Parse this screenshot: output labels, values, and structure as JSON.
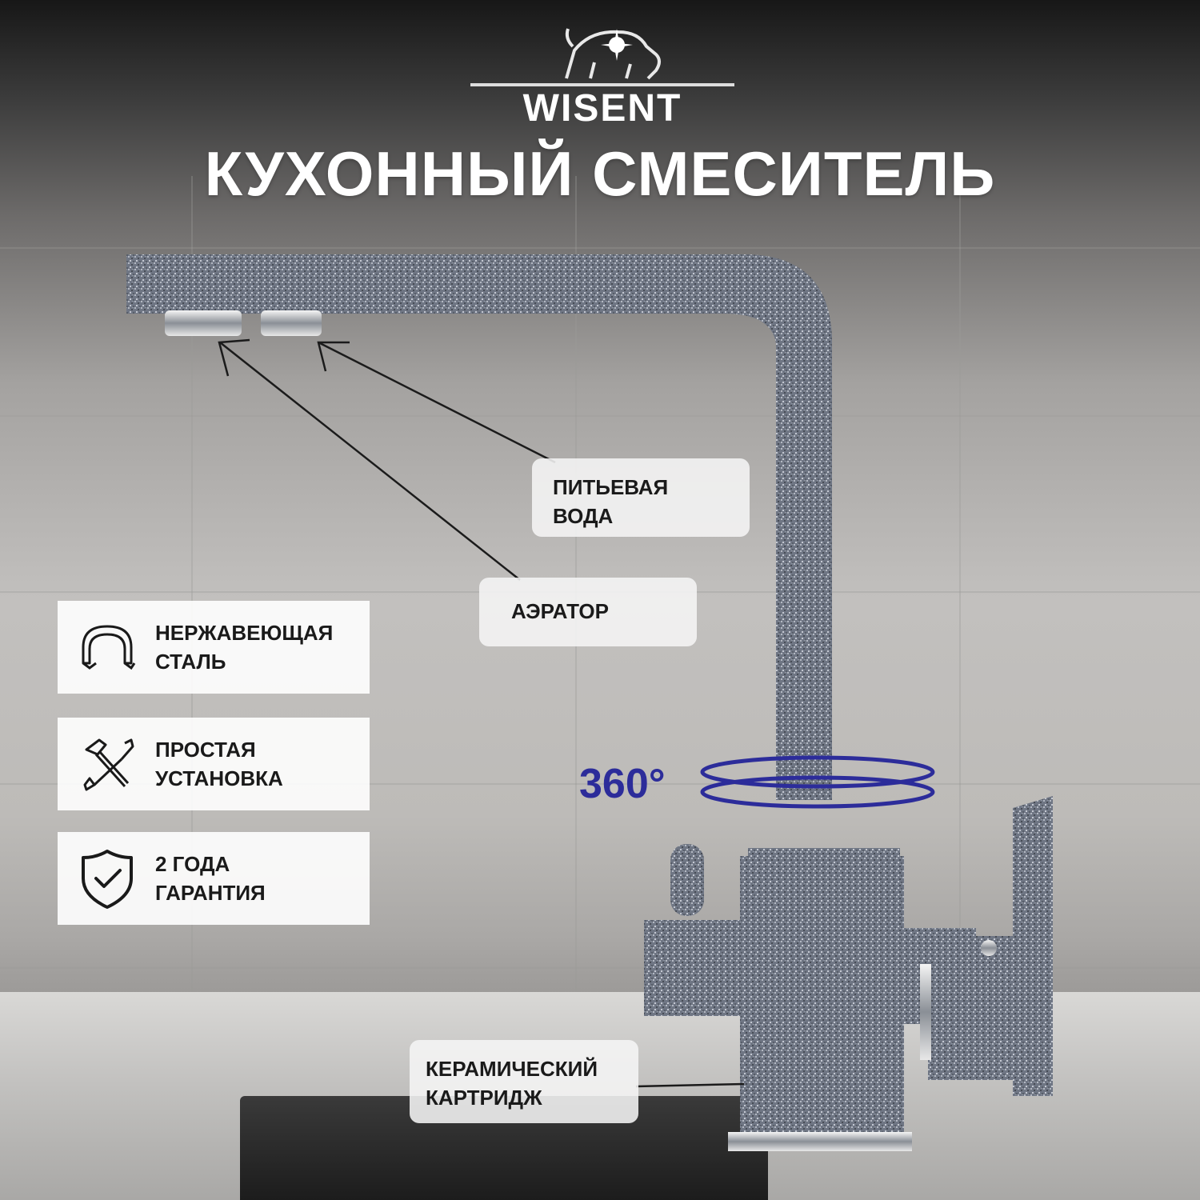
{
  "brand": {
    "name": "WISENT",
    "logo_icon": "bison-logo-icon"
  },
  "headline": "КУХОННЫЙ СМЕСИТЕЛЬ",
  "callouts": {
    "drinking_water": {
      "line1": "ПИТЬЕВАЯ",
      "line2": "ВОДА"
    },
    "aerator": {
      "line1": "АЭРАТОР"
    },
    "cartridge": {
      "line1": "КЕРАМИЧЕСКИЙ",
      "line2": "КАРТРИДЖ"
    }
  },
  "rotation": {
    "label": "360°",
    "color": "#2c2c9a"
  },
  "features": [
    {
      "icon": "steel-profile-icon",
      "line1": "НЕРЖАВЕЮЩАЯ",
      "line2": "СТАЛЬ"
    },
    {
      "icon": "tools-icon",
      "line1": "ПРОСТАЯ",
      "line2": "УСТАНОВКА"
    },
    {
      "icon": "shield-check-icon",
      "line1": "2 ГОДА",
      "line2": "ГАРАНТИЯ"
    }
  ]
}
